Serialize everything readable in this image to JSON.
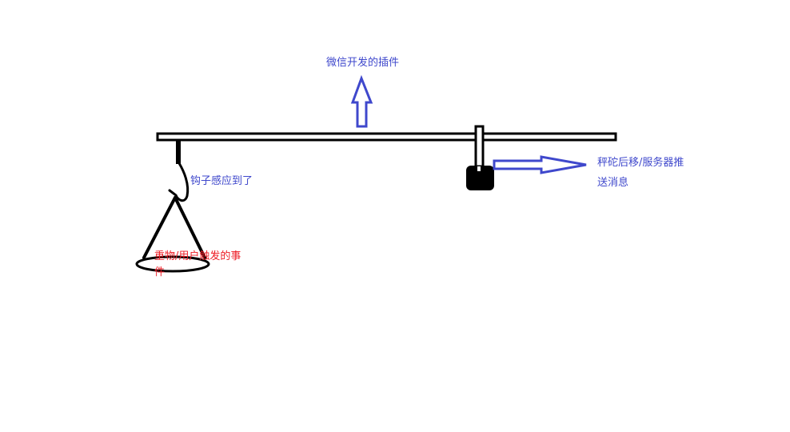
{
  "labels": {
    "plugin": "微信开发的插件",
    "hook_sensed": "钩子感应到了",
    "weight_line1": "重物/用户触发的事",
    "weight_line2": "件",
    "counterweight_line1": "秤砣后移/服务器推",
    "counterweight_line2": "送消息"
  },
  "colors": {
    "ink": "#000000",
    "arrow": "#3f48cc",
    "blue_text": "#3f48cc",
    "red_text": "#ed1c24"
  }
}
